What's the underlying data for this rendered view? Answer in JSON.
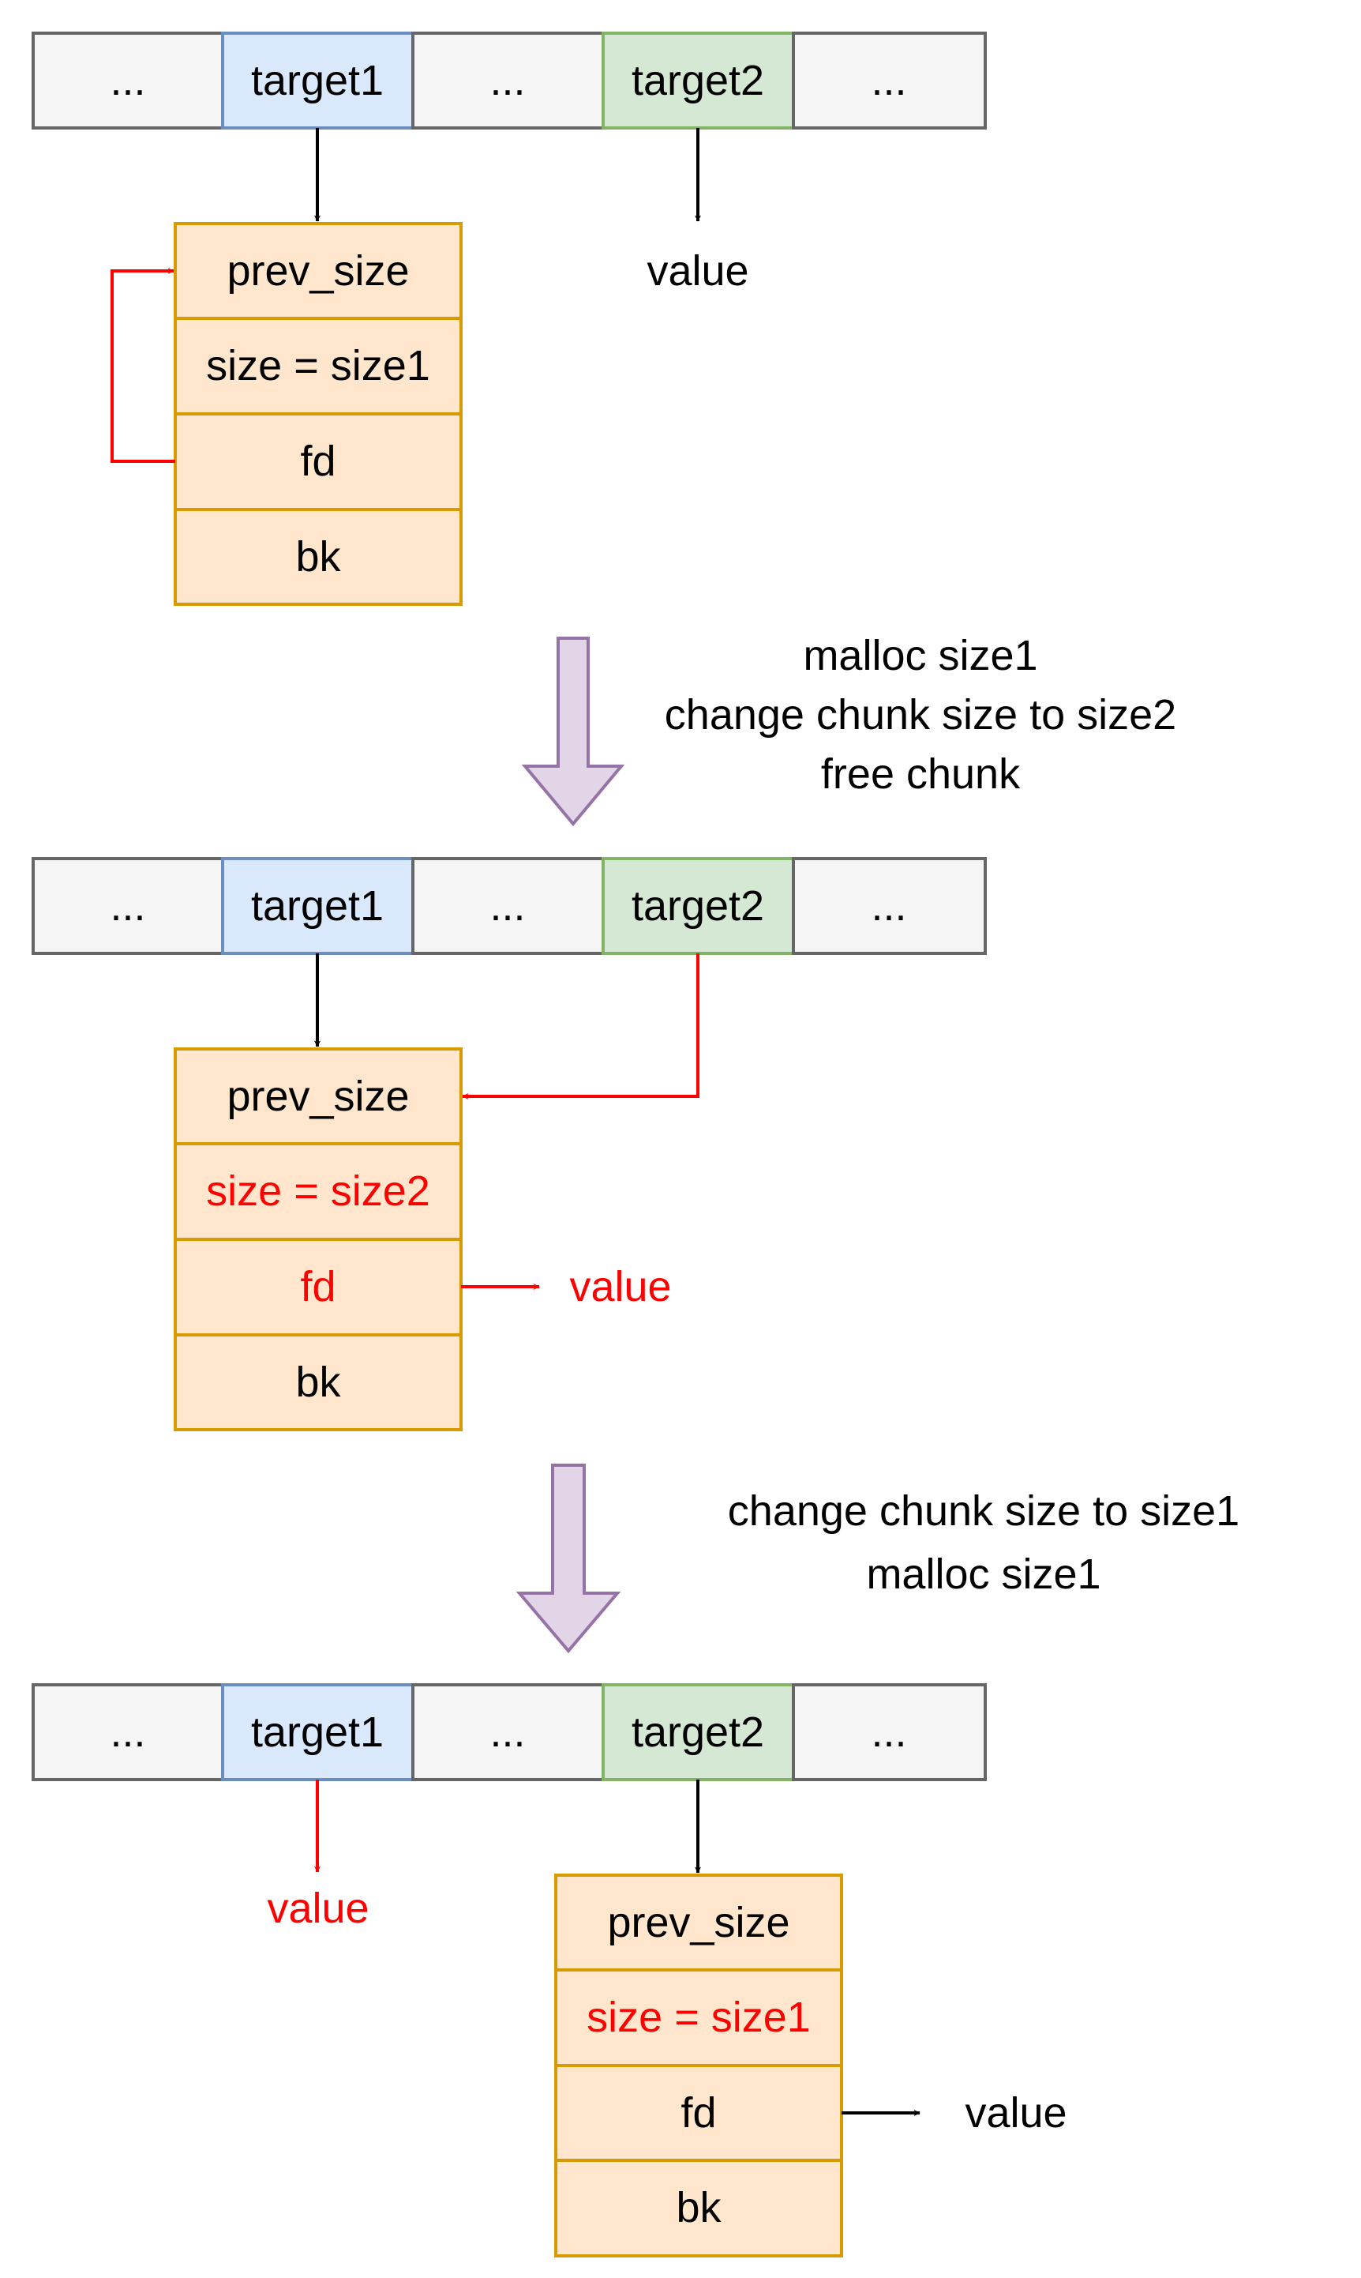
{
  "stages": [
    {
      "row": [
        "...",
        "target1",
        "...",
        "target2",
        "..."
      ],
      "chunk": {
        "fields": [
          "prev_size",
          "size = size1",
          "fd",
          "bk"
        ],
        "red_fields": []
      },
      "target2_points_to": "value"
    },
    {
      "row": [
        "...",
        "target1",
        "...",
        "target2",
        "..."
      ],
      "chunk": {
        "fields": [
          "prev_size",
          "size = size2",
          "fd",
          "bk"
        ],
        "red_fields": [
          1,
          2
        ]
      },
      "fd_points_to": "value"
    },
    {
      "row": [
        "...",
        "target1",
        "...",
        "target2",
        "..."
      ],
      "target1_points_to": "value",
      "chunk": {
        "fields": [
          "prev_size",
          "size = size1",
          "fd",
          "bk"
        ],
        "red_fields": [
          1
        ]
      },
      "fd_points_to": "value"
    }
  ],
  "transitions": [
    [
      "malloc size1",
      "change chunk size to size2",
      "free chunk"
    ],
    [
      "change chunk size to size1",
      "malloc size1"
    ]
  ],
  "colors": {
    "cell_gray_fill": "#f5f5f5",
    "cell_gray_stroke": "#666666",
    "target1_fill": "#dae8fc",
    "target1_stroke": "#6c8ebf",
    "target2_fill": "#d5e8d4",
    "target2_stroke": "#82b366",
    "chunk_fill": "#ffe6cc",
    "chunk_stroke": "#d79b00",
    "transition_arrow_fill": "#e1d5e7",
    "transition_arrow_stroke": "#9673a6",
    "highlight": "#ff0000",
    "default_line": "#000000"
  }
}
